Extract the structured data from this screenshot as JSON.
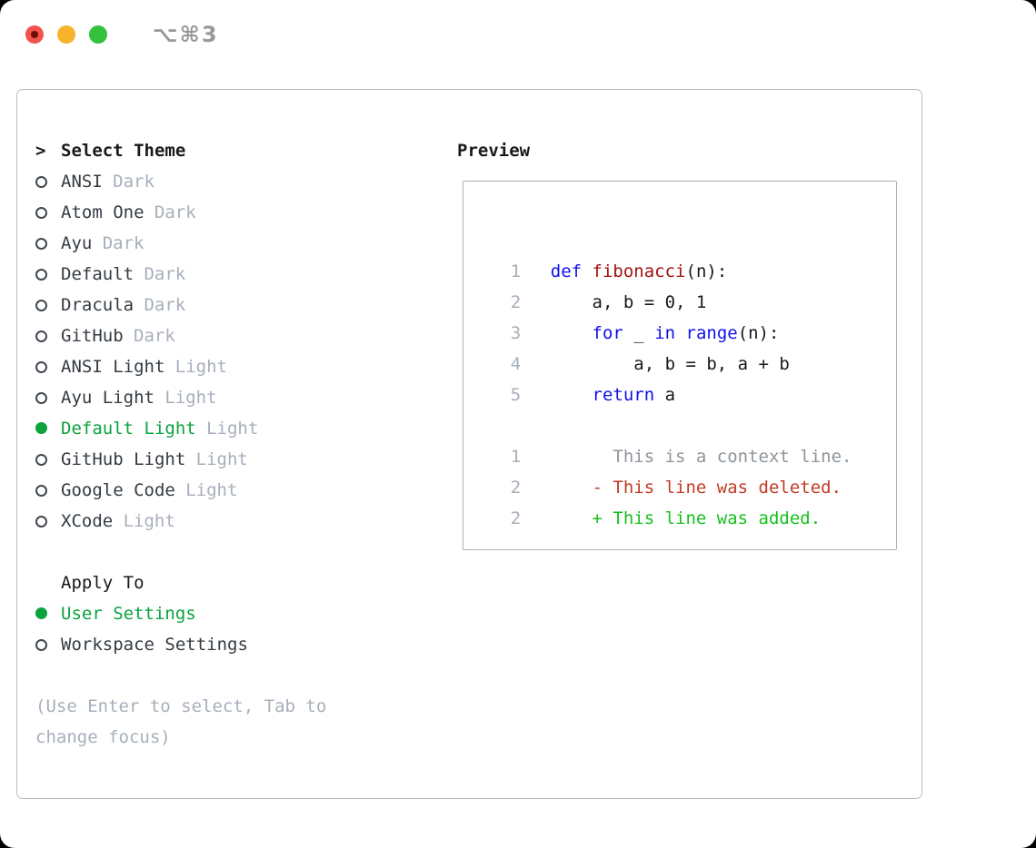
{
  "window": {
    "title": "⌥⌘3",
    "traffic_lights": [
      {
        "name": "close",
        "color": "#f2544d",
        "has_inner_dot": true
      },
      {
        "name": "minimize",
        "color": "#f7b32a",
        "has_inner_dot": false
      },
      {
        "name": "maximize",
        "color": "#33c13e",
        "has_inner_dot": false
      }
    ]
  },
  "theme_picker": {
    "prompt": ">",
    "header": "Select Theme",
    "themes": [
      {
        "name": "ANSI",
        "tag": "Dark",
        "selected": false
      },
      {
        "name": "Atom One",
        "tag": "Dark",
        "selected": false
      },
      {
        "name": "Ayu",
        "tag": "Dark",
        "selected": false
      },
      {
        "name": "Default",
        "tag": "Dark",
        "selected": false
      },
      {
        "name": "Dracula",
        "tag": "Dark",
        "selected": false
      },
      {
        "name": "GitHub",
        "tag": "Dark",
        "selected": false
      },
      {
        "name": "ANSI Light",
        "tag": "Light",
        "selected": false
      },
      {
        "name": "Ayu Light",
        "tag": "Light",
        "selected": false
      },
      {
        "name": "Default Light",
        "tag": "Light",
        "selected": true
      },
      {
        "name": "GitHub Light",
        "tag": "Light",
        "selected": false
      },
      {
        "name": "Google Code",
        "tag": "Light",
        "selected": false
      },
      {
        "name": "XCode",
        "tag": "Light",
        "selected": false
      }
    ],
    "apply_to": {
      "header": "Apply To",
      "options": [
        {
          "label": "User Settings",
          "selected": true
        },
        {
          "label": "Workspace Settings",
          "selected": false
        }
      ]
    },
    "help": "(Use Enter to select, Tab to change focus)"
  },
  "preview": {
    "header": "Preview",
    "code_lines": [
      {
        "num": "1",
        "segs": [
          [
            "kw",
            "def"
          ],
          [
            "pl",
            " "
          ],
          [
            "fn",
            "fibonacci"
          ],
          [
            "pl",
            "(n):"
          ]
        ]
      },
      {
        "num": "2",
        "segs": [
          [
            "pl",
            "    a, b = 0, 1"
          ]
        ]
      },
      {
        "num": "3",
        "segs": [
          [
            "pl",
            "    "
          ],
          [
            "kw",
            "for"
          ],
          [
            "pl",
            " _ "
          ],
          [
            "kw",
            "in"
          ],
          [
            "pl",
            " "
          ],
          [
            "kw",
            "range"
          ],
          [
            "pl",
            "(n):"
          ]
        ]
      },
      {
        "num": "4",
        "segs": [
          [
            "pl",
            "        a, b = b, a + b"
          ]
        ]
      },
      {
        "num": "5",
        "segs": [
          [
            "pl",
            "    "
          ],
          [
            "kw",
            "return"
          ],
          [
            "pl",
            " a"
          ]
        ]
      },
      {
        "num": "",
        "segs": []
      },
      {
        "num": "1",
        "segs": [
          [
            "ctx",
            "      This is a context line."
          ]
        ]
      },
      {
        "num": "2",
        "segs": [
          [
            "del",
            "    - This line was deleted."
          ]
        ]
      },
      {
        "num": "2",
        "segs": [
          [
            "add",
            "    + This line was added."
          ]
        ]
      }
    ]
  },
  "colors": {
    "selected_green": "#0aa33c",
    "diff_added_green": "#14c11c",
    "diff_deleted_red": "#c33a25",
    "keyword_blue": "#0e10ee",
    "function_red": "#a51111",
    "muted_gray": "#a7afba",
    "context_gray": "#8e959c",
    "text_dark": "#343b43",
    "header_black": "#17191d",
    "panel_border": "#b6bcc5",
    "traffic_red": "#f2544d",
    "traffic_yellow": "#f7b32a",
    "traffic_green": "#33c13e",
    "title_gray": "#96989b"
  }
}
